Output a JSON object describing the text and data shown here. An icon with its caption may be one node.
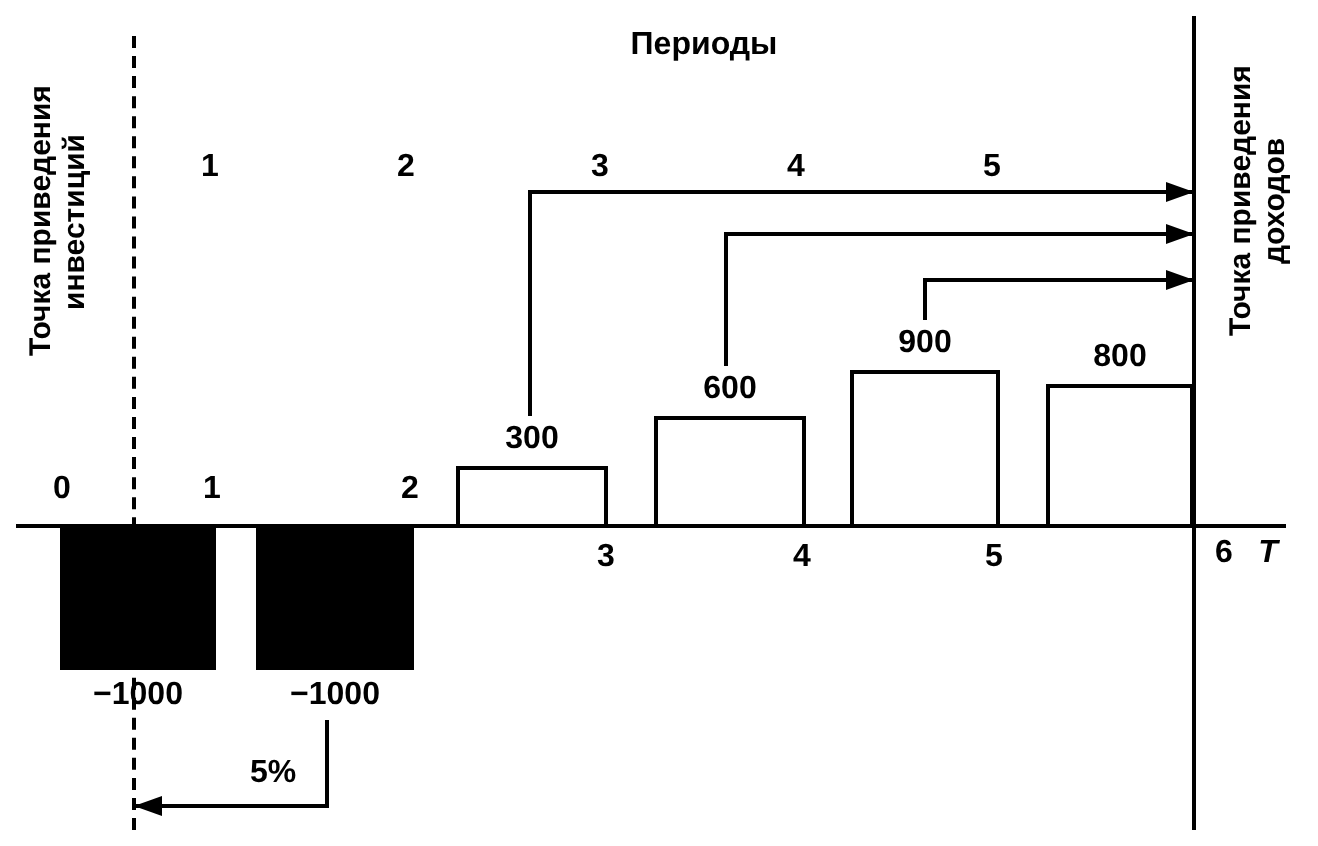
{
  "diagram": {
    "nodes": [
      {
        "text": [
          "Точка приведения инвестиций"
        ]
      },
      {
        "text": [
          "Точка приведения доходов"
        ]
      },
      {
        "text": [],
        "shape": "bar",
        "beside": [
          "−1000"
        ]
      },
      {
        "text": [],
        "shape": "bar",
        "beside": [
          "−1000"
        ]
      },
      {
        "text": [],
        "shape": "bar",
        "beside": [
          "300"
        ]
      },
      {
        "text": [],
        "shape": "bar",
        "beside": [
          "600"
        ]
      },
      {
        "text": [],
        "shape": "bar",
        "beside": [
          "900"
        ]
      },
      {
        "text": [],
        "shape": "bar",
        "beside": [
          "800"
        ]
      }
    ],
    "edges": [
      {
        "from": 3,
        "to": 0,
        "arrow": "to",
        "label": "5%"
      },
      {
        "from": 4,
        "to": 1,
        "arrow": "to"
      },
      {
        "from": 5,
        "to": 1,
        "arrow": "to"
      },
      {
        "from": 6,
        "to": 1,
        "arrow": "to"
      }
    ],
    "labels": [
      "Периоды",
      "1",
      "2",
      "3",
      "4",
      "5",
      "0",
      "1",
      "2",
      "3",
      "4",
      "5",
      "6",
      "T"
    ]
  }
}
